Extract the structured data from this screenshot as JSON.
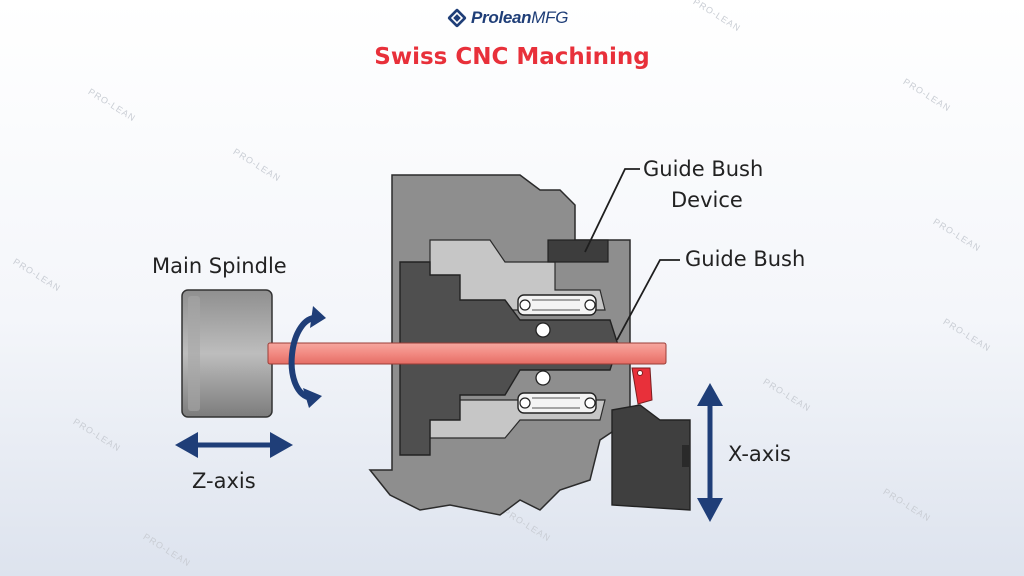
{
  "brand": {
    "name": "Prolean",
    "suffix": "MFG"
  },
  "title": "Swiss CNC Machining",
  "labels": {
    "guide_bush_device_line1": "Guide Bush",
    "guide_bush_device_line2": "Device",
    "guide_bush": "Guide Bush",
    "main_spindle": "Main Spindle",
    "z_axis": "Z-axis",
    "x_axis": "X-axis"
  },
  "watermark": "PRO-LEAN",
  "colors": {
    "title": "#e8303a",
    "brand": "#1f3e78",
    "arrow": "#1f3e78",
    "bar_stock": "#f28a82",
    "housing_light": "#8d8d8d",
    "housing_dark": "#4a4a4a",
    "outline": "#2b2b2b"
  }
}
